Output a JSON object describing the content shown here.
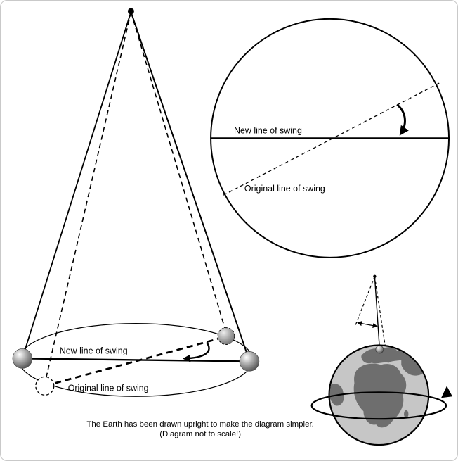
{
  "side_view": {
    "new_line_label": "New line of swing",
    "original_line_label": "Original line of swing"
  },
  "top_view": {
    "new_line_label": "New line of swing",
    "original_line_label": "Original line of swing"
  },
  "caption": {
    "line1": "The Earth has been drawn upright to make the diagram simpler.",
    "line2": "(Diagram not to scale!)"
  },
  "colors": {
    "line": "#000000",
    "earth_ocean": "#c6c6c6",
    "earth_land": "#6e6e6e",
    "globe_outline": "#000000"
  }
}
